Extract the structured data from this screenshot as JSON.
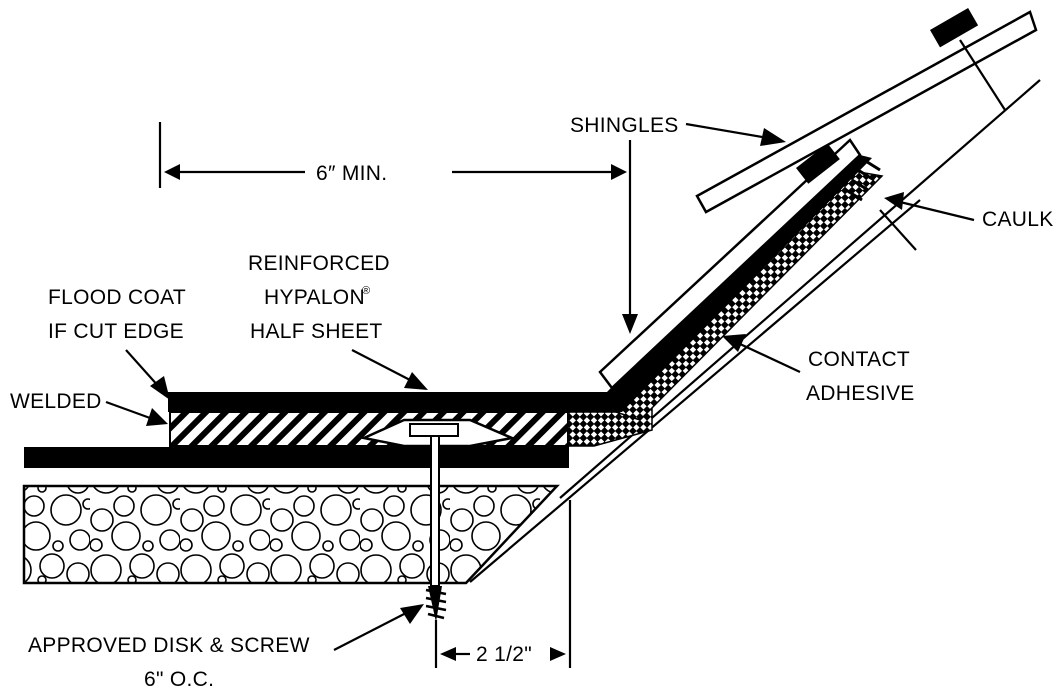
{
  "labels": {
    "shingles": "SHINGLES",
    "six_min": "6″ MIN.",
    "caulk": "CAULK",
    "reinforced": "REINFORCED",
    "hypalon": "HYPALON",
    "registered": "®",
    "half_sheet": "HALF SHEET",
    "flood_coat": "FLOOD COAT",
    "if_cut_edge": "IF CUT EDGE",
    "contact": "CONTACT",
    "adhesive": "ADHESIVE",
    "welded": "WELDED",
    "approved": "APPROVED DISK & SCREW",
    "oc": "6\" O.C.",
    "two_half": "2 1/2\""
  }
}
